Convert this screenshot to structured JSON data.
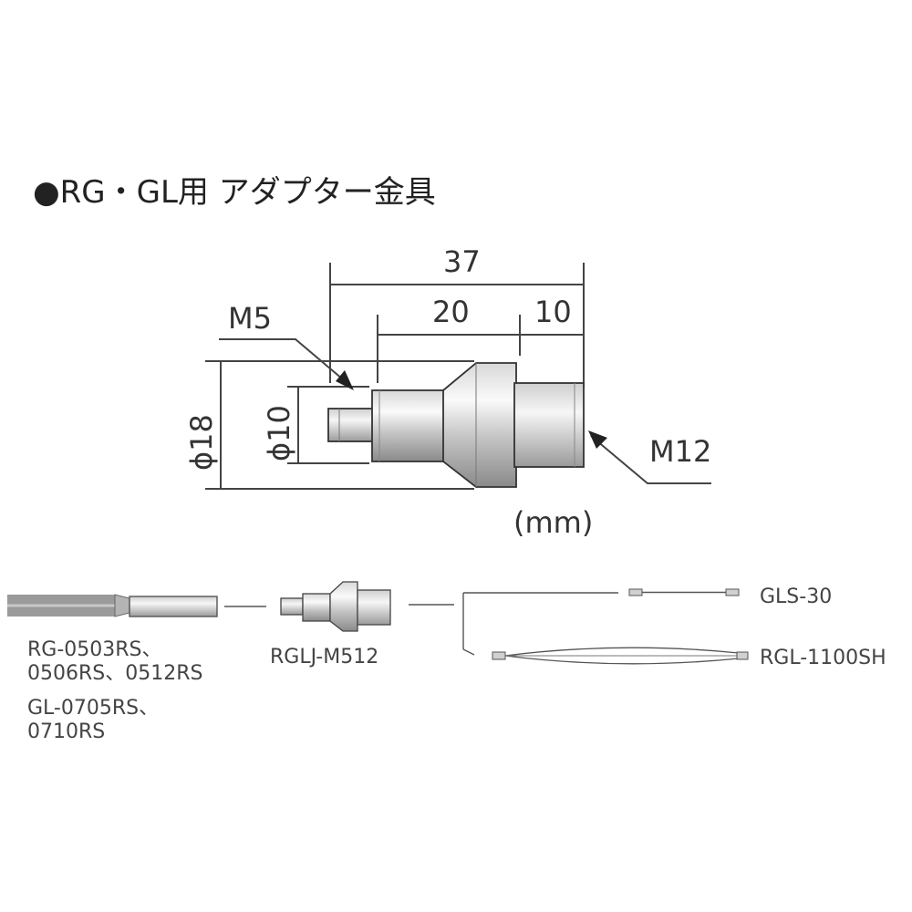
{
  "title": "●RG・GL用 アダプター金具",
  "dimensions": {
    "overall": "37",
    "body": "20",
    "thread": "10",
    "m5": "M5",
    "m12": "M12",
    "dia_outer": "ϕ18",
    "dia_inner": "ϕ10",
    "unit": "(mm)"
  },
  "system": {
    "sensor_label_1": "RG-0503RS、",
    "sensor_label_2": "0506RS、0512RS",
    "sensor_label_3": "GL-0705RS、",
    "sensor_label_4": "0710RS",
    "adapter_label": "RGLJ-M512",
    "cable_1_label": "GLS-30",
    "cable_2_label": "RGL-1100SH"
  }
}
